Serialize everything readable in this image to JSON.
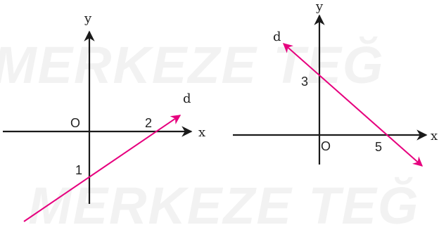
{
  "watermark": "MERKEZE TEĞ",
  "colors": {
    "axis": "#1a1a1a",
    "line": "#e6007e"
  },
  "graphs": [
    {
      "axis_x_label": "x",
      "axis_y_label": "y",
      "origin_label": "O",
      "line_label": "d",
      "x_intercept_label": "2",
      "y_intercept_label": "1"
    },
    {
      "axis_x_label": "x",
      "axis_y_label": "y",
      "origin_label": "O",
      "line_label": "d",
      "x_intercept_label": "5",
      "y_intercept_label": "3"
    }
  ]
}
